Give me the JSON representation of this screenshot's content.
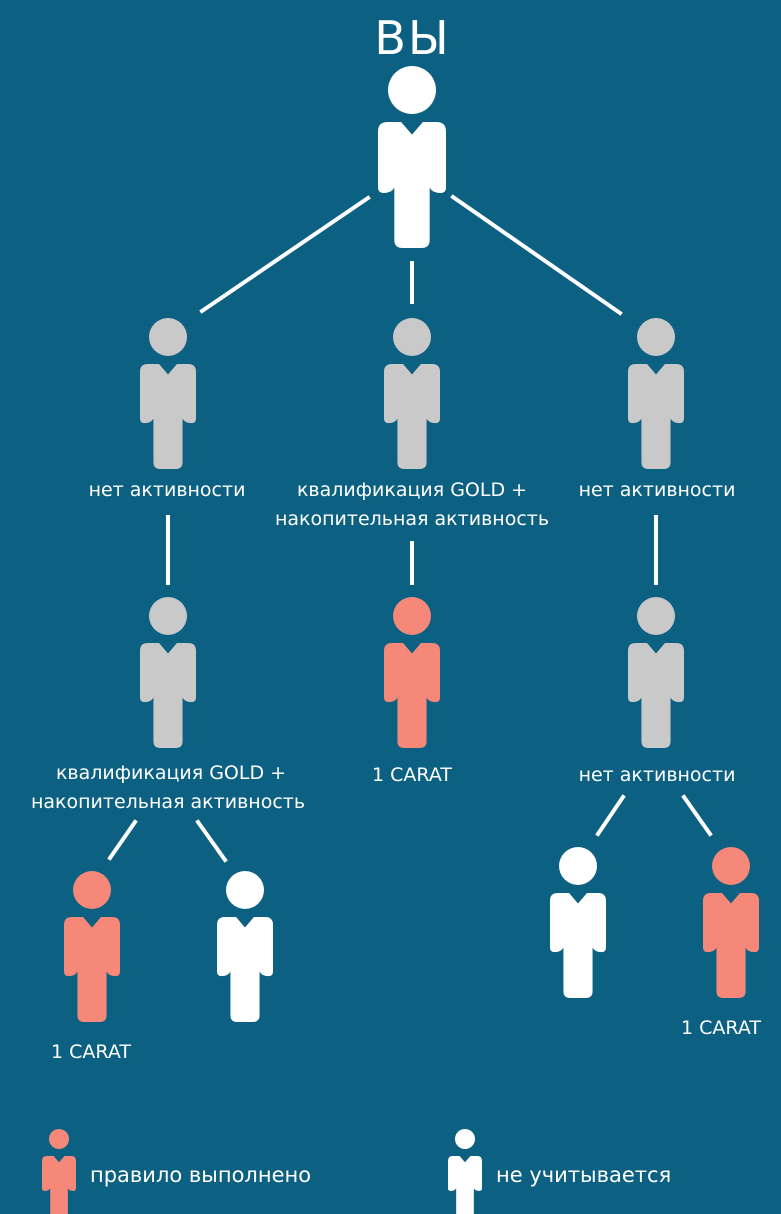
{
  "title": "ВЫ",
  "colors": {
    "background": "#0c6082",
    "white": "#ffffff",
    "inactive": "#c9c9c9",
    "fulfilled": "#f58878",
    "line": "#ffffff"
  },
  "labels": {
    "l1_left": "нет активности",
    "l1_mid_1": "квалификация GOLD +",
    "l1_mid_2": "накопительная активность",
    "l1_right": "нет активности",
    "l2_left_1": "квалификация GOLD +",
    "l2_left_2": "накопительная активность",
    "l2_mid": "1 CARAT",
    "l2_right": "нет активности",
    "l3_leftleft": "1 CARAT",
    "l3_rightright": "1 CARAT"
  },
  "legend": {
    "fulfilled": "правило выполнено",
    "ignored": "не учитывается"
  },
  "icons": {
    "person": "person-icon"
  }
}
